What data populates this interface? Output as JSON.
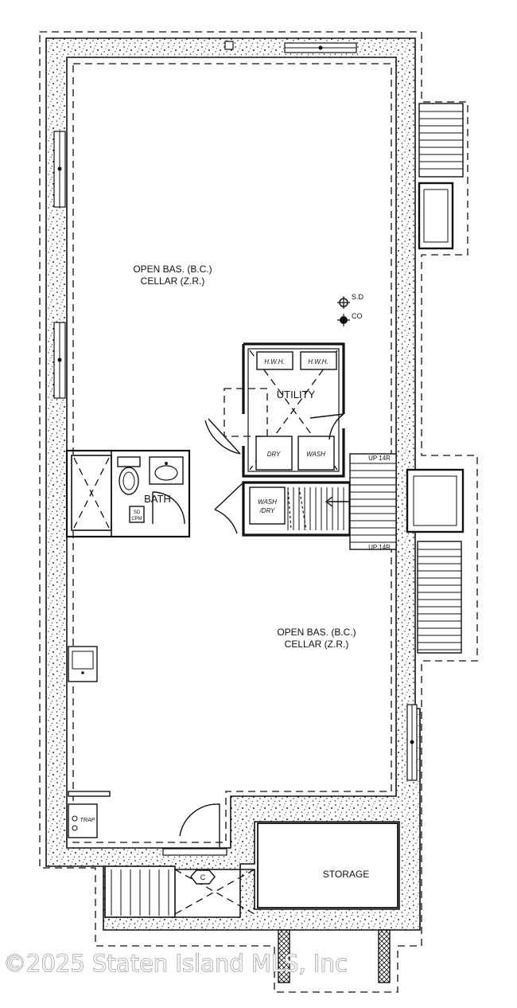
{
  "plan": {
    "rooms": {
      "upper_cellar": {
        "line1": "OPEN BAS. (B.C.)",
        "line2": "CELLAR (Z.R.)"
      },
      "lower_cellar": {
        "line1": "OPEN BAS. (B.C.)",
        "line2": "CELLAR (Z.R.)"
      },
      "utility": "UTILITY",
      "bath": "BATH",
      "storage": "STORAGE"
    },
    "fixtures": {
      "hwh_left": "H.W.H.",
      "hwh_right": "H.W.H.",
      "dryer": "DRY",
      "washer": "WASH",
      "washer_dryer_line1": "WASH",
      "washer_dryer_line2": "/DRY",
      "shower_pan_line1": "SD",
      "shower_pan_line2": "CPM",
      "trap": "TRAP",
      "cleanout": "C"
    },
    "symbols": {
      "smoke_detector": "S.D",
      "co_detector": "CO"
    },
    "stairs": {
      "upper_label": "UP 14R",
      "lower_label": "UP 14R"
    }
  },
  "watermark": "©2025 Staten Island MLS, Inc"
}
